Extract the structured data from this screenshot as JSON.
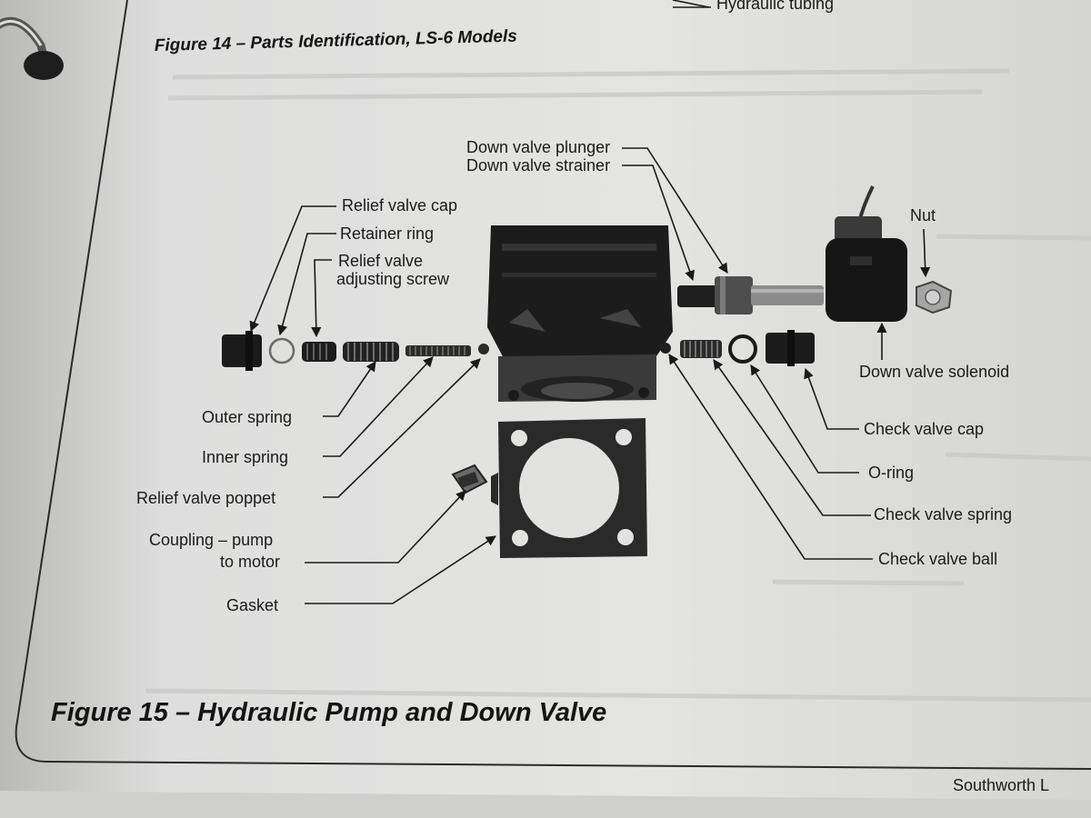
{
  "header_fragment": "Hydraulic tubing",
  "figure14_caption": "Figure 14 – Parts Identification, LS-6 Models",
  "figure15_caption": "Figure 15 – Hydraulic Pump and Down Valve",
  "footer_text": "Southworth L",
  "labels": {
    "down_valve_plunger": "Down valve plunger",
    "down_valve_strainer": "Down valve strainer",
    "nut": "Nut",
    "relief_valve_cap": "Relief valve cap",
    "retainer_ring": "Retainer ring",
    "relief_valve_line1": "Relief valve",
    "relief_valve_line2": "adjusting screw",
    "outer_spring": "Outer spring",
    "inner_spring": "Inner spring",
    "relief_valve_poppet": "Relief valve poppet",
    "coupling_line1": "Coupling – pump",
    "coupling_line2": "to motor",
    "gasket": "Gasket",
    "down_valve_solenoid": "Down valve solenoid",
    "check_valve_cap": "Check valve cap",
    "o_ring": "O-ring",
    "check_valve_spring": "Check valve spring",
    "check_valve_ball": "Check valve ball"
  }
}
